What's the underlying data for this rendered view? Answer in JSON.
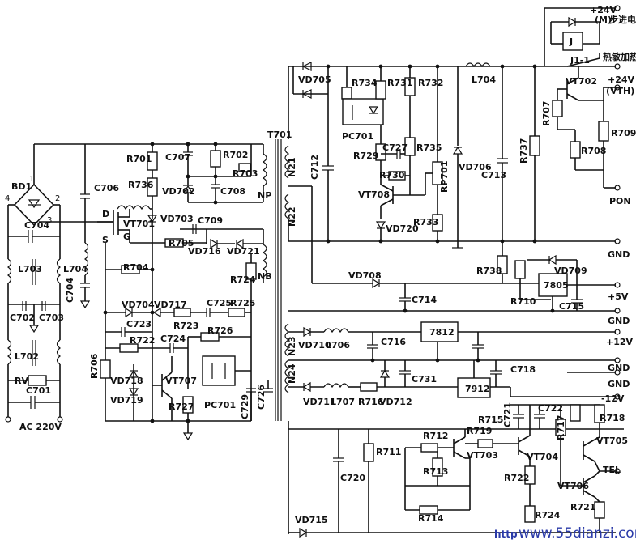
{
  "labels": {
    "BD": "BD1",
    "bd_1": "1",
    "bd_2": "2",
    "bd_3": "3",
    "bd_4": "4",
    "C704a": "C704",
    "L703": "L703",
    "L704": "L704",
    "C704b": "C704",
    "C702": "C702",
    "C703": "C703",
    "L702": "L702",
    "RV": "RV",
    "C701": "C701",
    "AC": "AC 220V",
    "C706": "C706",
    "R701": "R701",
    "C707": "C707",
    "R702": "R702",
    "R703": "R703",
    "R736": "R736",
    "VD702": "VD702",
    "C708": "C708",
    "NP": "NP",
    "T701": "T701",
    "D": "D",
    "S": "S",
    "VT701": "VT701",
    "G": "G",
    "VD703": "VD703",
    "C709": "C709",
    "R705": "R705",
    "VD716": "VD716",
    "VD721": "VD721",
    "R704": "R704",
    "R724": "R724",
    "NB": "NB",
    "VD704": "VD704",
    "VD717": "VD717",
    "C725": "C725",
    "R725": "R725",
    "C723": "C723",
    "R723": "R723",
    "R726": "R726",
    "R722": "R722",
    "C724": "C724",
    "R706": "R706",
    "VD718": "VD718",
    "VD719": "VD719",
    "VT707": "VT707",
    "R727": "R727",
    "PC701a": "PC701",
    "C729": "C729",
    "C726": "C726",
    "N21": "N21",
    "N22": "N22",
    "N23": "N23",
    "N24": "N24",
    "VD705": "VD705",
    "R734": "R734",
    "R731": "R731",
    "R732": "R732",
    "L704b": "L704",
    "PC701b": "PC701",
    "C712": "C712",
    "C727": "C727",
    "R729": "R729",
    "R735": "R735",
    "R730": "R730",
    "VT708": "VT708",
    "RP701": "RP701",
    "VD706": "VD706",
    "C713": "C713",
    "R737": "R737",
    "R733": "R733",
    "VD720": "VD720",
    "plus24M": "+24V",
    "M": "(M)",
    "motor": "步进电机",
    "J": "J",
    "J11": "J1-1",
    "heater": "热敏加热",
    "VT702": "VT702",
    "plus24V": "+24V",
    "VTH": "(VTH)",
    "R707": "R707",
    "R709": "R709",
    "R708": "R708",
    "PON": "PON",
    "GND1": "GND",
    "R738": "R738",
    "VD709": "VD709",
    "U7805": "7805",
    "VD708": "VD708",
    "C714": "C714",
    "R710": "R710",
    "C715": "C715",
    "plus5V": "+5V",
    "GND2": "GND",
    "VD710": "VD710",
    "L706": "L706",
    "C716": "C716",
    "U7812": "7812",
    "plus12V": "+12V",
    "GND3": "GND",
    "C731": "C731",
    "C718": "C718",
    "VD711": "VD711",
    "L707": "L707",
    "R716": "R716",
    "VD712": "VD712",
    "U7912": "7912",
    "minus12V": "-12V",
    "GND4": "GND",
    "C721": "C721",
    "C722": "C722",
    "R718": "R718",
    "R717": "R717",
    "R715": "R715",
    "R719": "R719",
    "R712": "R712",
    "VT705": "VT705",
    "R711": "R711",
    "R713": "R713",
    "VT703": "VT703",
    "VT704": "VT704",
    "C720": "C720",
    "R722b": "R722",
    "TEL": "TEL",
    "VT706": "VT706",
    "R714": "R714",
    "R724b": "R724",
    "R721": "R721",
    "VD715": "VD715"
  },
  "watermark": {
    "site": "www.55dianzi.com",
    "prefix": "http"
  }
}
